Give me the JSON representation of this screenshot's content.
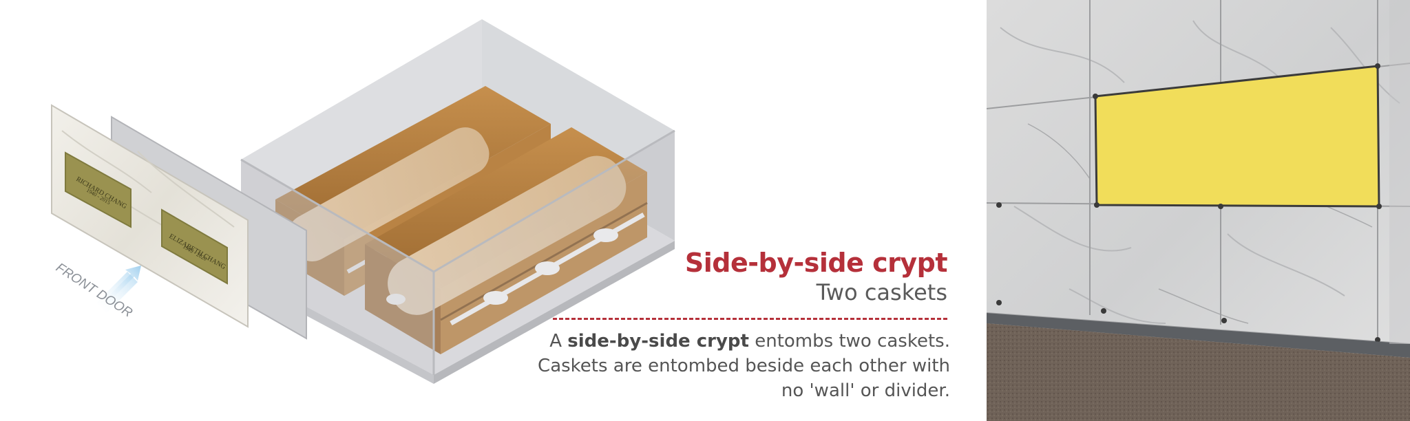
{
  "heading": {
    "title": "Side-by-side crypt",
    "subtitle": "Two caskets"
  },
  "description": {
    "pre": "A ",
    "bold": "side-by-side crypt",
    "post": " entombs two caskets.",
    "line2": "Caskets are entombed beside each other with",
    "line3": "no 'wall' or divider."
  },
  "diagram": {
    "front_door_label": "FRONT DOOR",
    "plaque_top": {
      "line1": "RICHARD CHANG",
      "line2": "1940 - 2015"
    },
    "plaque_bottom": {
      "line1": "ELIZABETH CHANG",
      "line2": "1945 - 2020"
    }
  },
  "colors": {
    "title": "#b5303a",
    "text": "#555555",
    "plaque": "#9a9250",
    "casket_wood": "#b07a3c",
    "crypt_box": "#c7c8cc",
    "photo_panel": "#f1dd5a",
    "arrow": "#a9d4ee"
  }
}
